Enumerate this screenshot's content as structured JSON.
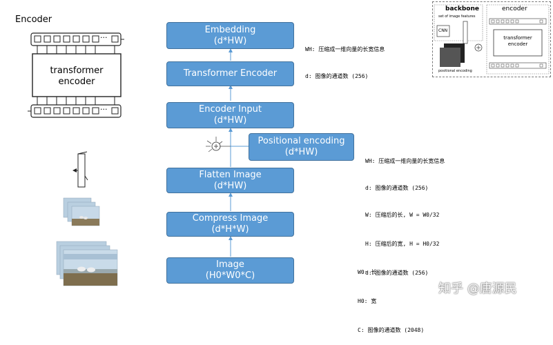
{
  "encoder_label": "Encoder",
  "transformer_box": {
    "line1": "transformer",
    "line2": "encoder"
  },
  "token_dots": "···",
  "boxes": {
    "embedding": {
      "line1": "Embedding",
      "line2": "(d*HW)"
    },
    "transformer_encoder": {
      "line1": "Transformer Encoder"
    },
    "encoder_input": {
      "line1": "Encoder Input",
      "line2": "(d*HW)"
    },
    "positional_encoding": {
      "line1": "Positional encoding",
      "line2": "(d*HW)"
    },
    "flatten_image": {
      "line1": "Flatten Image",
      "line2": "(d*HW)"
    },
    "compress_image": {
      "line1": "Compress Image",
      "line2": "(d*H*W)"
    },
    "image": {
      "line1": "Image",
      "line2": "(H0*W0*C)"
    }
  },
  "notes": {
    "embedding": [
      "WH: 压缩成一维向量的长宽信息",
      "d: 图像的通道数 (256)"
    ],
    "positional": [
      "WH: 压缩成一维向量的长宽信息",
      "d: 图像的通道数 (256)"
    ],
    "compress": [
      "W: 压缩后的长, W = W0/32",
      "H: 压缩后的宽, H = H0/32",
      "d: 图像的通道数 (256)"
    ],
    "image": [
      "W0: 长",
      "H0: 宽",
      "C: 图像的通道数 (2048)"
    ]
  },
  "inset": {
    "backbone_label": "backbone",
    "encoder_label": "encoder",
    "set_features": "set of image features",
    "cnn_label": "CNN",
    "transformer_label": "transformer",
    "encoder_word": "encoder",
    "positional_label": "positional encoding"
  },
  "watermark": "知乎 @唐源民",
  "colors": {
    "box_fill": "#5b9bd5",
    "box_border": "#41719c",
    "arrow": "#5b9bd5"
  }
}
